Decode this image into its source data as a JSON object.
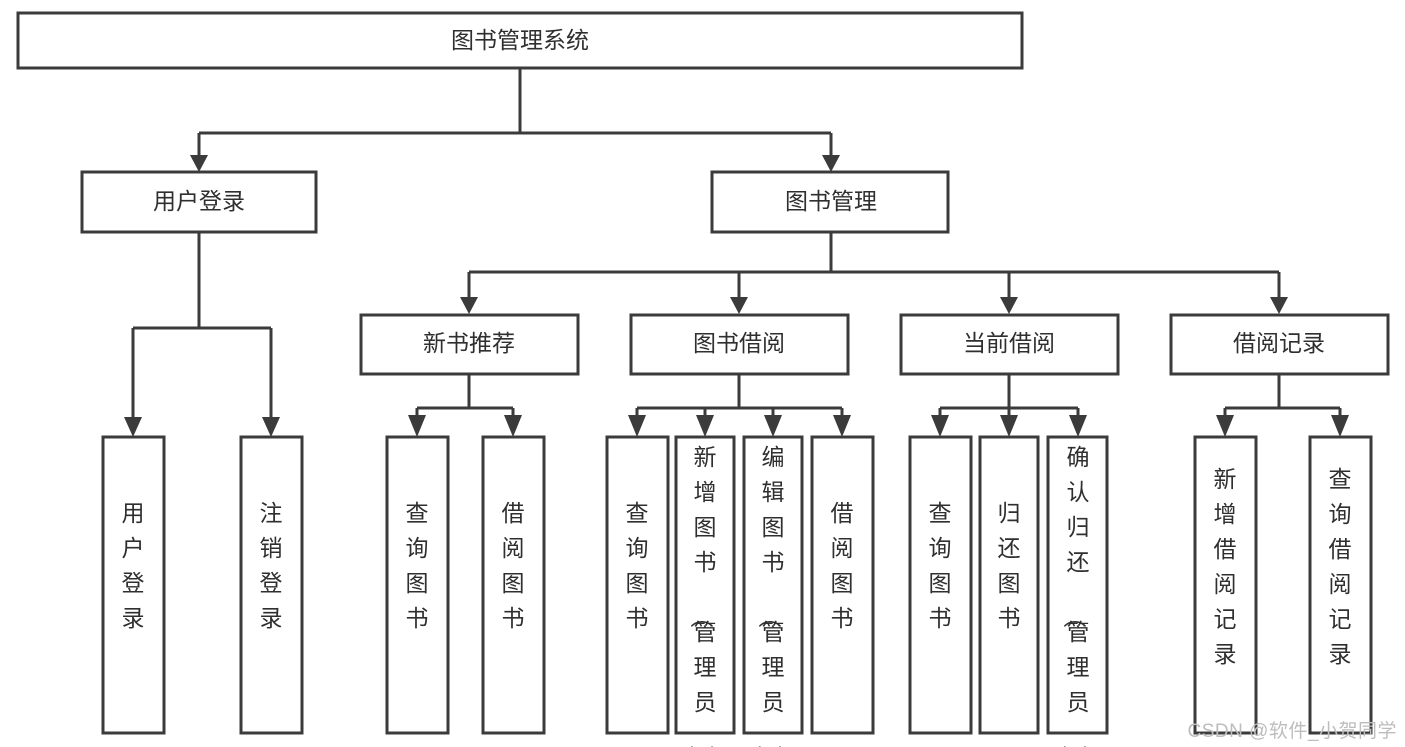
{
  "diagram": {
    "title": "图书管理系统",
    "type": "tree-hierarchy-chart",
    "watermark": "CSDN @软件_小贺同学",
    "colors": {
      "stroke": "#3b3b3b",
      "box_fill": "#ffffff",
      "text": "#2f2f2f",
      "background": "#ffffff",
      "watermark": "#bdbdbd"
    },
    "levels": {
      "root": {
        "label": "图书管理系统"
      },
      "tier2": [
        {
          "label": "用户登录"
        },
        {
          "label": "图书管理"
        }
      ],
      "tier3": [
        {
          "label": "新书推荐"
        },
        {
          "label": "图书借阅"
        },
        {
          "label": "当前借阅"
        },
        {
          "label": "借阅记录"
        }
      ],
      "leaves": {
        "user_login": [
          {
            "label": "用户登录"
          },
          {
            "label": "注销登录"
          }
        ],
        "new_book_recommend": [
          {
            "label": "查询图书"
          },
          {
            "label": "借阅图书"
          }
        ],
        "book_borrow": [
          {
            "label": "查询图书"
          },
          {
            "label": "新增图书（管理员）"
          },
          {
            "label": "编辑图书（管理员）"
          },
          {
            "label": "借阅图书"
          }
        ],
        "current_borrow": [
          {
            "label": "查询图书"
          },
          {
            "label": "归还图书"
          },
          {
            "label": "确认归还（管理员）"
          }
        ],
        "borrow_record": [
          {
            "label": "新增借阅记录"
          },
          {
            "label": "查询借阅记录"
          }
        ]
      }
    }
  }
}
